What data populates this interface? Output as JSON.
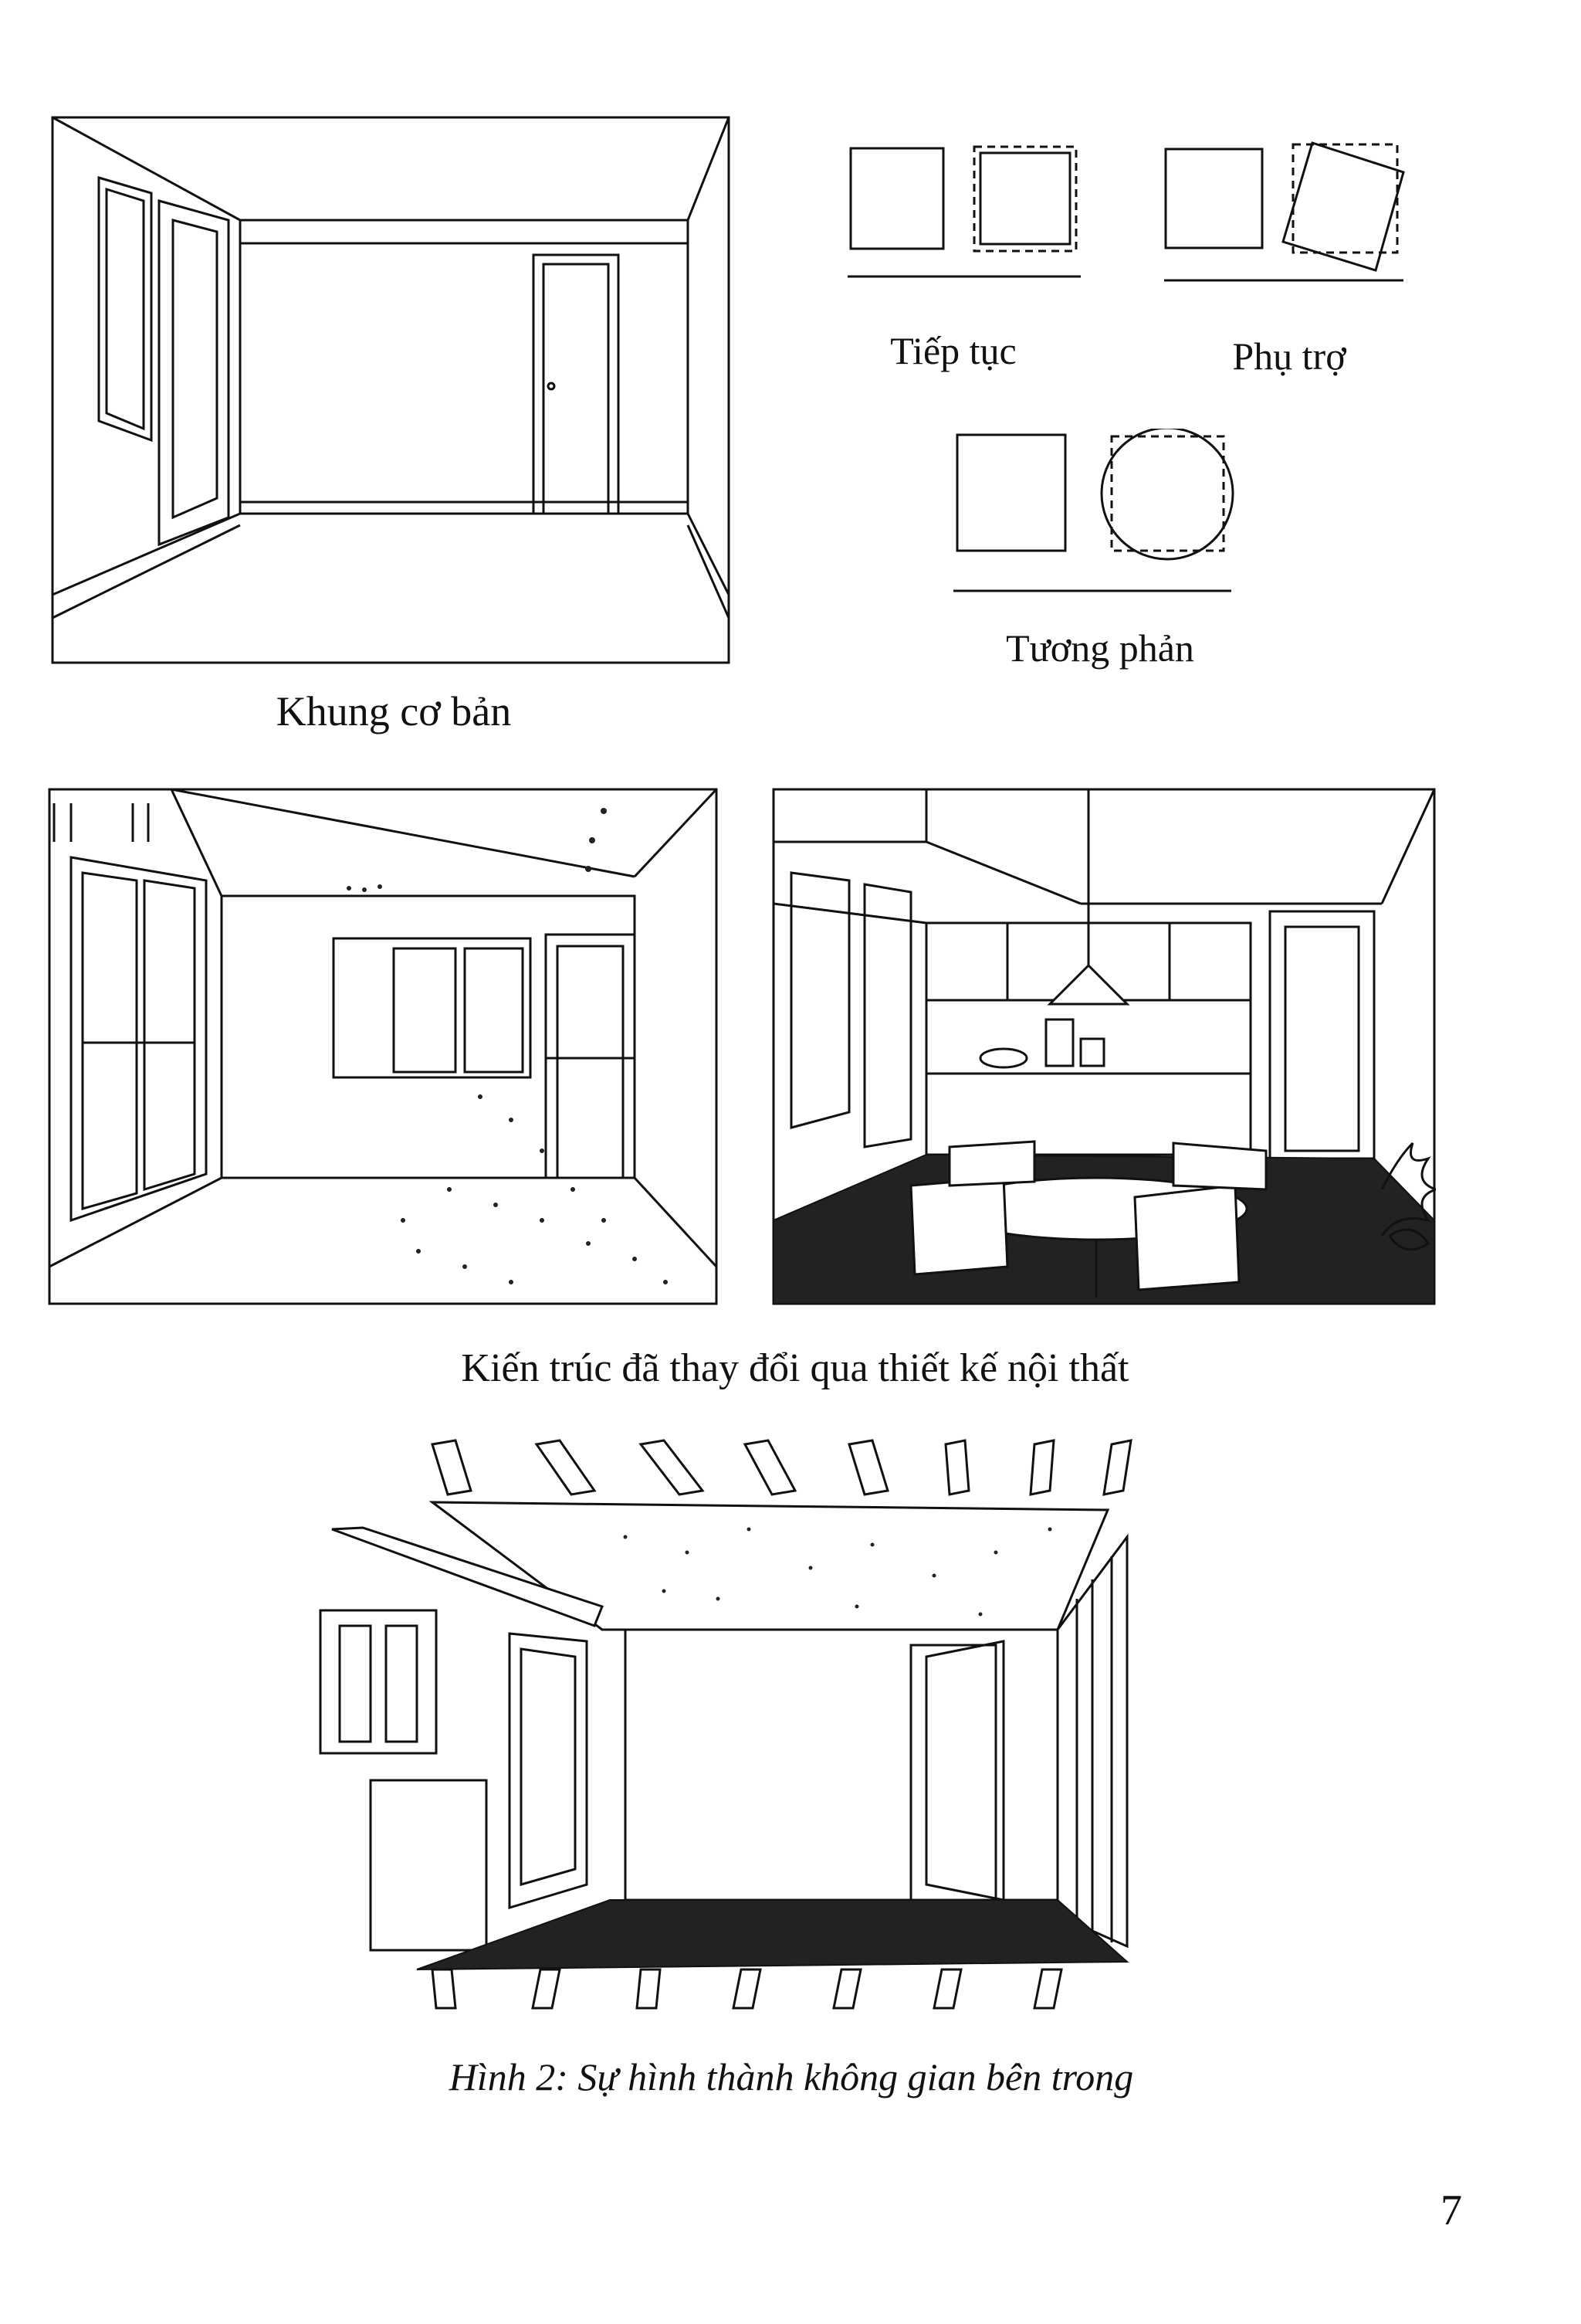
{
  "captions": {
    "basic_frame": "Khung cơ bản",
    "continuation": "Tiếp tục",
    "supporting": "Phụ trợ",
    "contrast": "Tương phản",
    "architecture_changed": "Kiến trúc đã thay đổi qua thiết kế nội thất",
    "figure_caption": "Hình 2: Sự hình thành không gian bên trong"
  },
  "page_number": "7"
}
